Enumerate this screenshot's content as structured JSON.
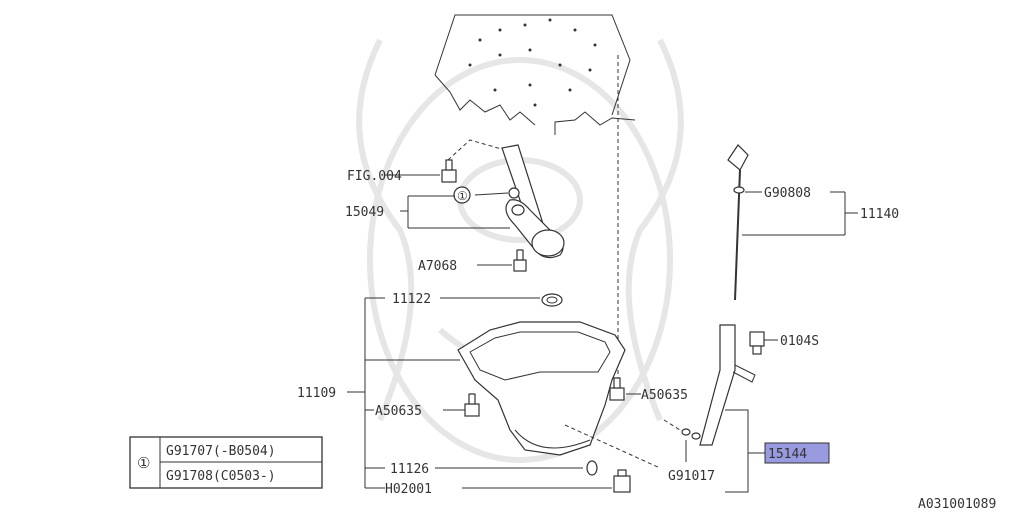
{
  "labels": {
    "fig004": "FIG.004",
    "p15049": "15049",
    "a7068": "A7068",
    "p11122": "11122",
    "p11109": "11109",
    "a50635_left": "A50635",
    "a50635_right": "A50635",
    "p11126": "11126",
    "h02001": "H02001",
    "g90808": "G90808",
    "p11140": "11140",
    "p0104s": "0104S",
    "p15144": "15144",
    "g91017": "G91017",
    "circle_ref": "①"
  },
  "legend": {
    "marker": "①",
    "rows": [
      "G91707(-B0504)",
      "G91708(C0503-)"
    ]
  },
  "diagram_id": "A031001089",
  "colors": {
    "highlight": "#9a9ae0",
    "line": "#333333",
    "watermark": "#e6e6e6"
  }
}
